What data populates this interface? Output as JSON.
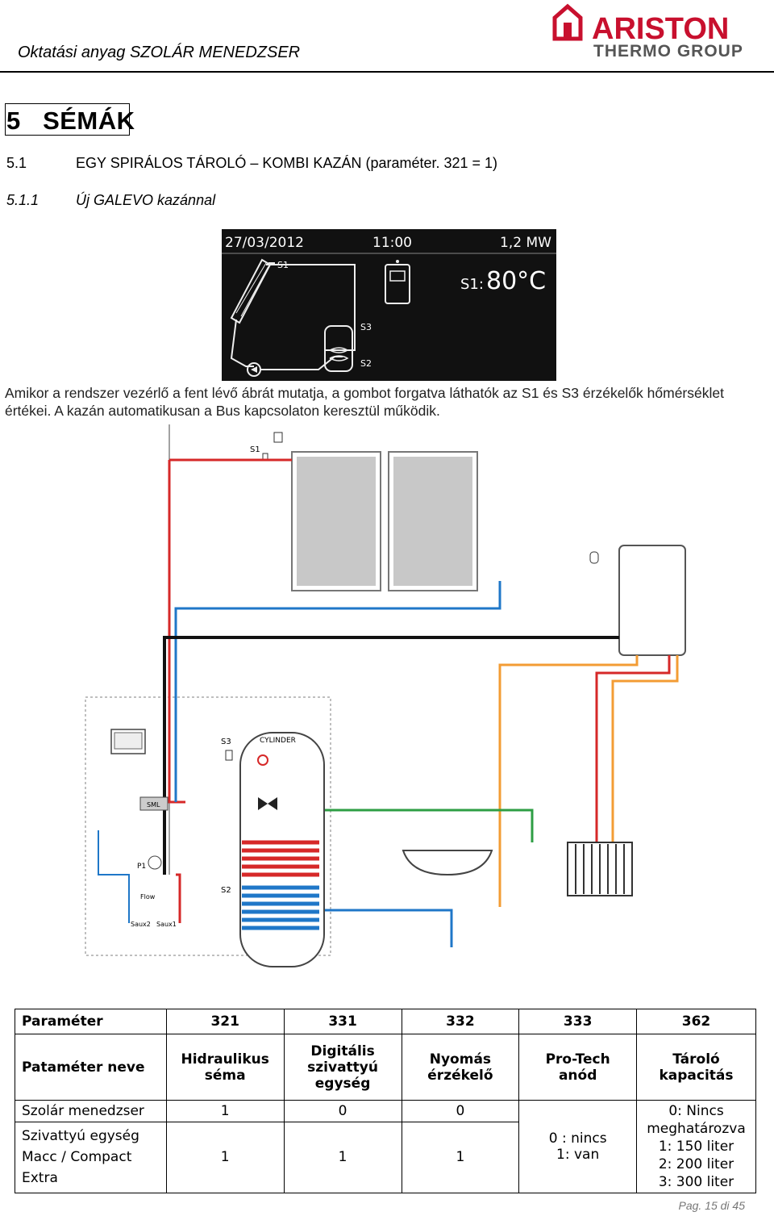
{
  "header": {
    "title": "Oktatási anyag SZOLÁR MENEDZSER",
    "logo_top": "ARISTON",
    "logo_bottom": "THERMO GROUP",
    "logo_color": "#c8102e"
  },
  "section": {
    "title": "5   SÉMÁK",
    "sub1_num": "5.1",
    "sub1_text": "EGY SPIRÁLOS TÁROLÓ – KOMBI KAZÁN (paraméter. 321 = 1)",
    "sub2_num": "5.1.1",
    "sub2_text": "Új GALEVO kazánnal"
  },
  "display": {
    "date": "27/03/2012",
    "time": "11:00",
    "power": "1,2 MW",
    "reading_label": "S1:",
    "reading_value": "80°C",
    "s1": "S1",
    "s3": "S3",
    "s2": "S2"
  },
  "paragraph": "Amikor a rendszer vezérlő a fent lévő ábrát mutatja, a gombot forgatva láthatók az S1 és S3 érzékelők hőmérséklet értékei. A kazán automatikusan a Bus kapcsolaton keresztül működik.",
  "diagram": {
    "s1": "S1",
    "s3": "S3",
    "s2": "S2",
    "cylinder": "CYLINDER",
    "sml": "SML",
    "p1": "P1",
    "flow": "Flow",
    "saux1": "Saux1",
    "saux2": "Saux2"
  },
  "table": {
    "header": [
      "Paraméter",
      "321",
      "331",
      "332",
      "333",
      "362"
    ],
    "names": {
      "label": "Pataméter neve",
      "c321": "Hidraulikus séma",
      "c331": "Digitális szivattyú egység",
      "c332": "Nyomás érzékelő",
      "c333": "Pro-Tech anód",
      "c362": "Tároló kapacitás"
    },
    "row1": {
      "label": "Szolár menedzser",
      "c321": "1",
      "c331": "0",
      "c332": "0"
    },
    "row2": {
      "label1": "Szivattyú egység",
      "label2": "Macc / Compact",
      "label3": "Extra",
      "c321": "1",
      "c331": "1",
      "c332": "1"
    },
    "c333_values": [
      "0 : nincs",
      "1: van"
    ],
    "c362_values": [
      "0: Nincs meghatározva",
      "1: 150 liter",
      "2: 200 liter",
      "3: 300 liter"
    ]
  },
  "footer": "Pag. 15 di 45"
}
